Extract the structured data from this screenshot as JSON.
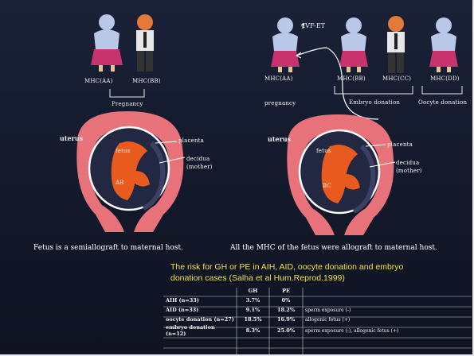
{
  "left": {
    "people": [
      "MHC(AA)",
      "MHC(BB)"
    ],
    "bracket_label": "Pregnancy",
    "uterus_label": "uterus",
    "fetus_label": "fetus",
    "fetus_mhc": "AB",
    "placenta_label": "placenta",
    "decidua_label": "decidua",
    "decidua_sub": "(mother)",
    "caption": "Fetus is a semiallograft to maternal host."
  },
  "right": {
    "ivf_label": "IVF-ET",
    "people": [
      "MHC(AA)",
      "MHC(BB)",
      "MHC(CC)",
      "MHC(DD)"
    ],
    "pregnancy_label": "pregnancy",
    "embryo_label": "Embryo donation",
    "oocyte_label": "Oocyte donation",
    "uterus_label": "uterus",
    "fetus_label": "fetus",
    "fetus_mhc": "BC",
    "placenta_label": "placenta",
    "decidua_label": "decidua",
    "decidua_sub": "(mother)",
    "caption": "All the MHC of the fetus were allograft to maternal host."
  },
  "risk_note": {
    "line1": "The risk for GH or PE in AIH, AID, oocyte donation and embryo",
    "line2": "donation cases (Salha et al Hum.Reprod.1999)"
  },
  "table": {
    "headers": [
      "",
      "GH",
      "PE",
      ""
    ],
    "rows": [
      {
        "label": "AIH (n=33)",
        "gh": "3.7%",
        "pe": "0%",
        "note": ""
      },
      {
        "label": "AID (n=33)",
        "gh": "9.1%",
        "pe": "18.2%",
        "note": "sperm exposure (-)"
      },
      {
        "label": "oocyte donation (n=27)",
        "gh": "18.5%",
        "pe": "16.9%",
        "note": "allogenic fetus (+)"
      },
      {
        "label": "embryo donation (n=12)",
        "gh": "8.3%",
        "pe": "25.0%",
        "note": "sperm exposure (-), allogenic fetus (+)"
      }
    ]
  }
}
